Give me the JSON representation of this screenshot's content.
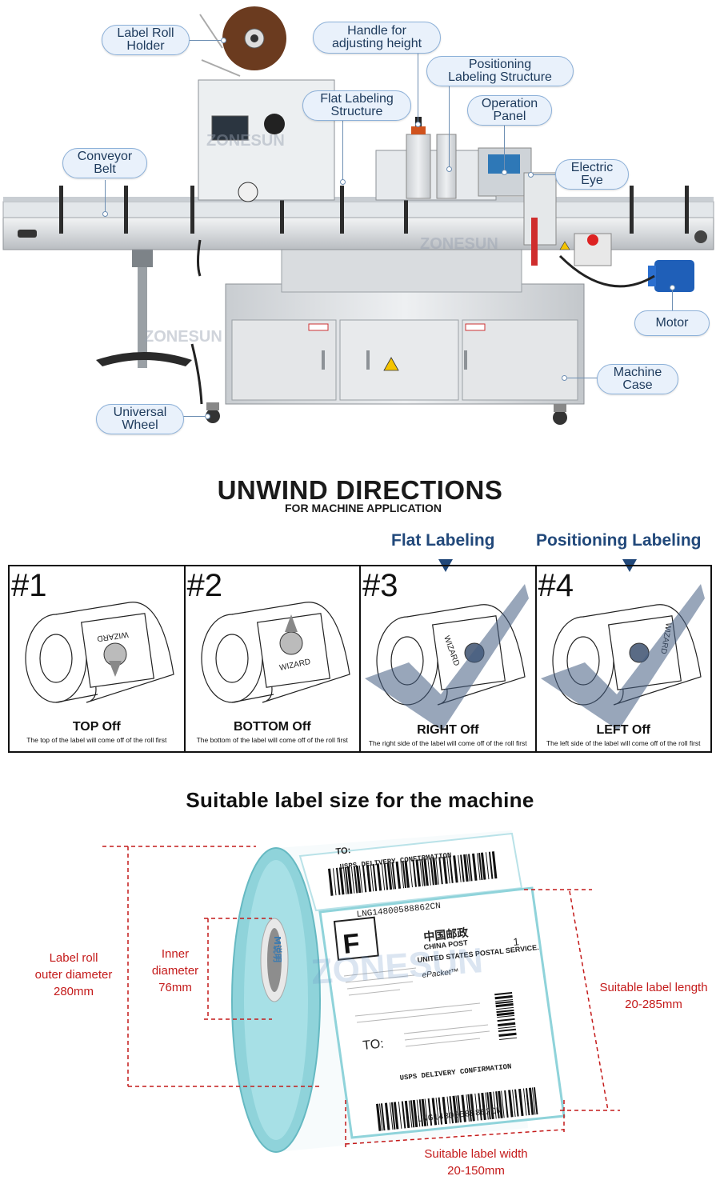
{
  "machine": {
    "watermark": "ZONESUN",
    "callouts": {
      "label_roll_holder": [
        "Label Roll",
        "Holder"
      ],
      "handle_height": [
        "Handle for",
        "adjusting height"
      ],
      "positioning_structure": [
        "Positioning",
        "Labeling Structure"
      ],
      "flat_structure": [
        "Flat Labeling",
        "Structure"
      ],
      "operation_panel": [
        "Operation",
        "Panel"
      ],
      "conveyor_belt": [
        "Conveyor",
        "Belt"
      ],
      "electric_eye": [
        "Electric",
        "Eye"
      ],
      "motor": [
        "Motor"
      ],
      "machine_case": [
        "Machine",
        "Case"
      ],
      "universal_wheel": [
        "Universal",
        "Wheel"
      ]
    }
  },
  "unwind": {
    "title": "UNWIND DIRECTIONS",
    "subtitle": "FOR MACHINE APPLICATION",
    "tags": {
      "flat": "Flat Labeling",
      "positioning": "Positioning Labeling"
    },
    "label_word": "WIZARD",
    "cells": [
      {
        "num": "#1",
        "title": "TOP Off",
        "desc": "The top of the label will come off of the roll first"
      },
      {
        "num": "#2",
        "title": "BOTTOM Off",
        "desc": "The bottom of the label will come off of the roll first"
      },
      {
        "num": "#3",
        "title": "RIGHT Off",
        "desc": "The right side of the label will come off of the roll first"
      },
      {
        "num": "#4",
        "title": "LEFT Off",
        "desc": "The left side of the label will come off of the roll first"
      }
    ]
  },
  "label_size": {
    "title": "Suitable label size for the machine",
    "outer": [
      "Label roll",
      "outer diameter",
      "280mm"
    ],
    "inner": [
      "Inner",
      "diameter",
      "76mm"
    ],
    "length": [
      "Suitable label length",
      "20-285mm"
    ],
    "width": [
      "Suitable label width",
      "20-150mm"
    ],
    "label_print": {
      "to": "TO:",
      "confirm": "USPS DELIVERY CONFIRMATION",
      "tracking": "LNG14800588862CN",
      "china_post_cn": "中国邮政",
      "china_post": "CHINA POST",
      "usps": "UNITED STATES POSTAL SERVICE.",
      "epacket": "ePacket™",
      "f": "F",
      "one": "1",
      "core_brand": "M说明"
    }
  },
  "colors": {
    "callout_fill": "#e9f1fb",
    "callout_border": "#8db1d9",
    "tag_blue": "#21487a",
    "dimension_red": "#c41a1a",
    "roll_teal": "#8fd3da"
  }
}
